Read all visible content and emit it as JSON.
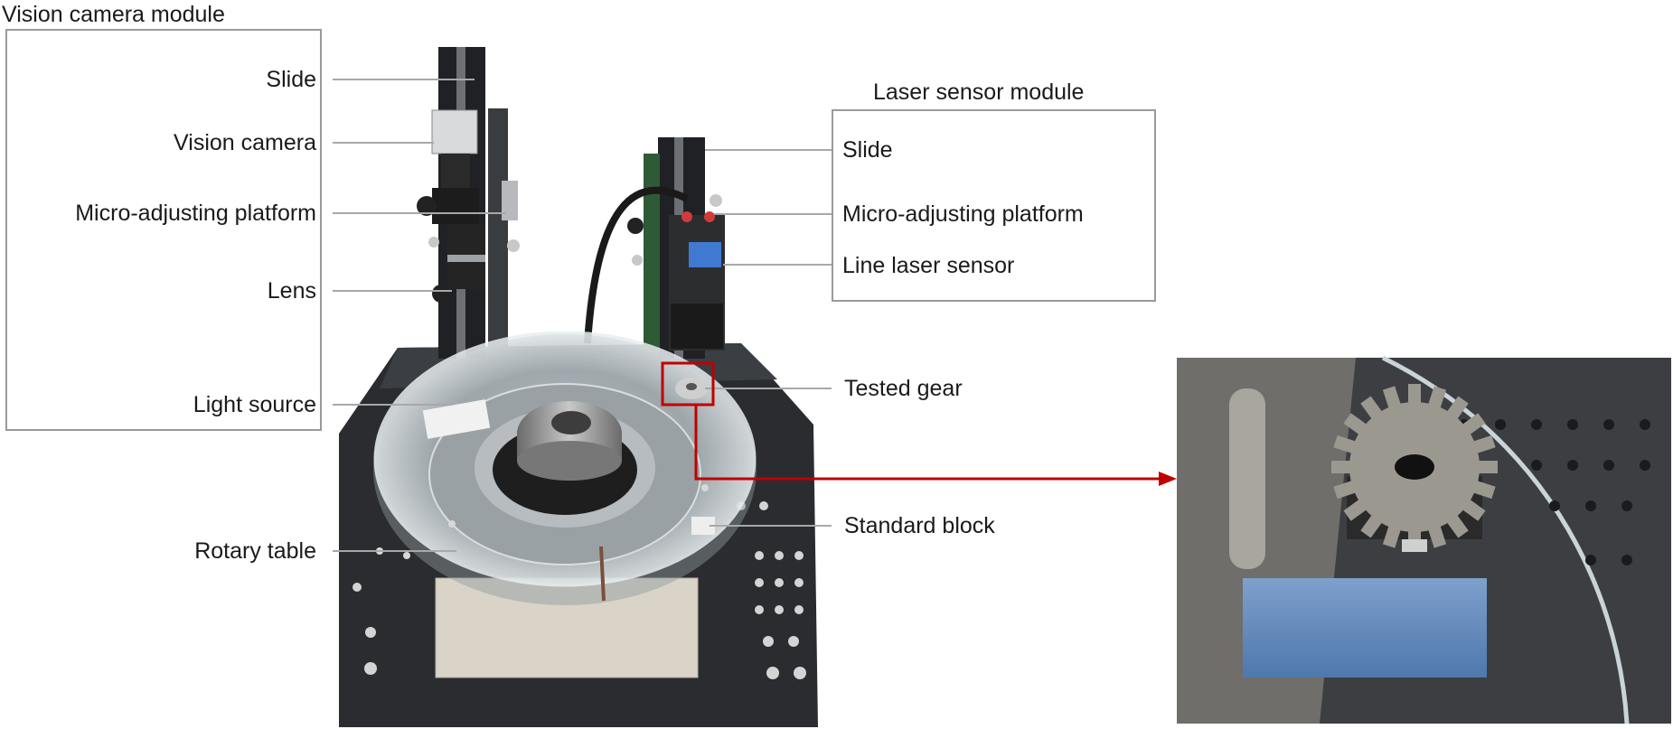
{
  "vision_module": {
    "title": "Vision camera module",
    "labels": [
      "Slide",
      "Vision camera",
      "Micro-adjusting platform",
      "Lens",
      "Light source"
    ]
  },
  "laser_module": {
    "title": "Laser sensor module",
    "labels": [
      "Slide",
      "Micro-adjusting platform",
      "Line laser sensor"
    ]
  },
  "other_labels": {
    "tested_gear": "Tested gear",
    "standard_block": "Standard block",
    "rotary_table": "Rotary table"
  },
  "colors": {
    "leader_line": "#a8a8a8",
    "box_border": "#9a9a9a",
    "highlight": "#c00000"
  }
}
